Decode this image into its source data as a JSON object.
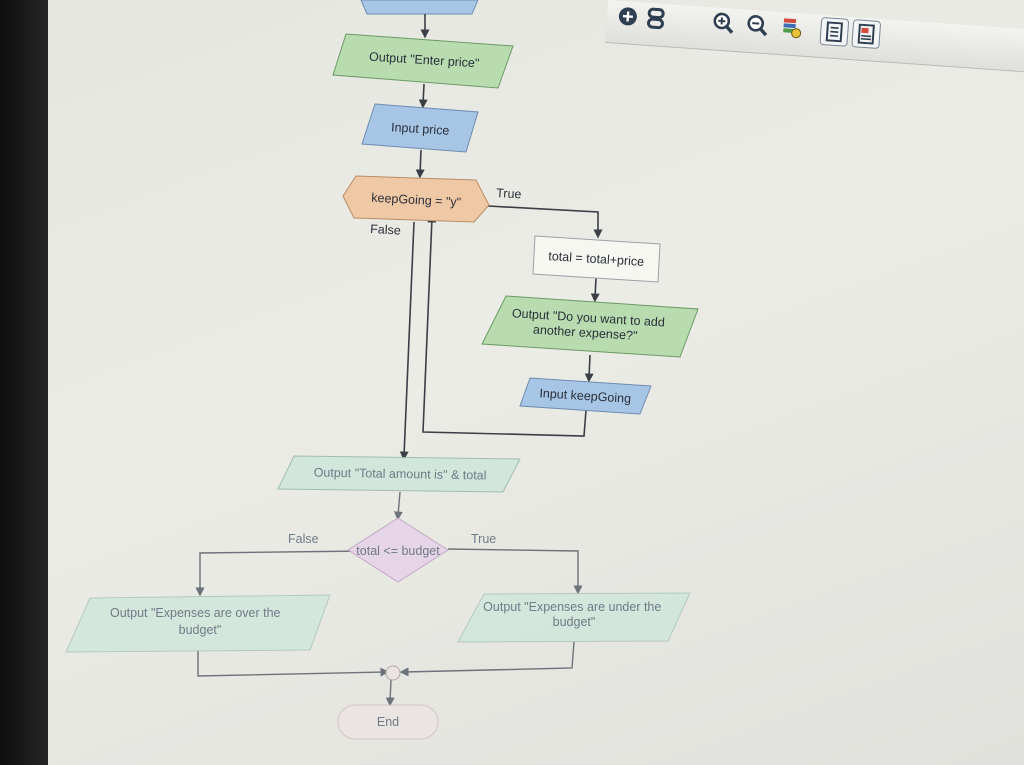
{
  "toolbar": {
    "icons": [
      "add-icon",
      "link-icon",
      "zoom-in-icon",
      "zoom-out-icon",
      "color-palette-icon",
      "document-view-icon",
      "split-view-icon"
    ]
  },
  "flowchart": {
    "nodes": {
      "output_enter_price": "Output \"Enter price\"",
      "input_price": "Input price",
      "decision_keep_going": "keepGoing = \"y\"",
      "assign_total": "total = total+price",
      "output_add_another": [
        "Output \"Do you want to add",
        "another expense?\""
      ],
      "input_keep_going": "Input keepGoing",
      "output_total": "Output \"Total amount is\" & total",
      "decision_budget": "total <= budget",
      "output_over": [
        "Output \"Expenses are over the",
        "budget\""
      ],
      "output_under": [
        "Output \"Expenses are under the",
        "budget\""
      ],
      "end": "End"
    },
    "labels": {
      "loop_true": "True",
      "loop_false": "False",
      "budget_false": "False",
      "budget_true": "True"
    },
    "colors": {
      "output_green": "#b8dcb0",
      "input_blue": "#a7c6e6",
      "decision_orange": "#efc8a6",
      "process_white": "#f7f7f2",
      "output_faint": "#cfe7dc",
      "input_faint": "#c6d9f0",
      "decision_pink": "#e6d3e8",
      "end_faint": "#ece4e4"
    }
  }
}
